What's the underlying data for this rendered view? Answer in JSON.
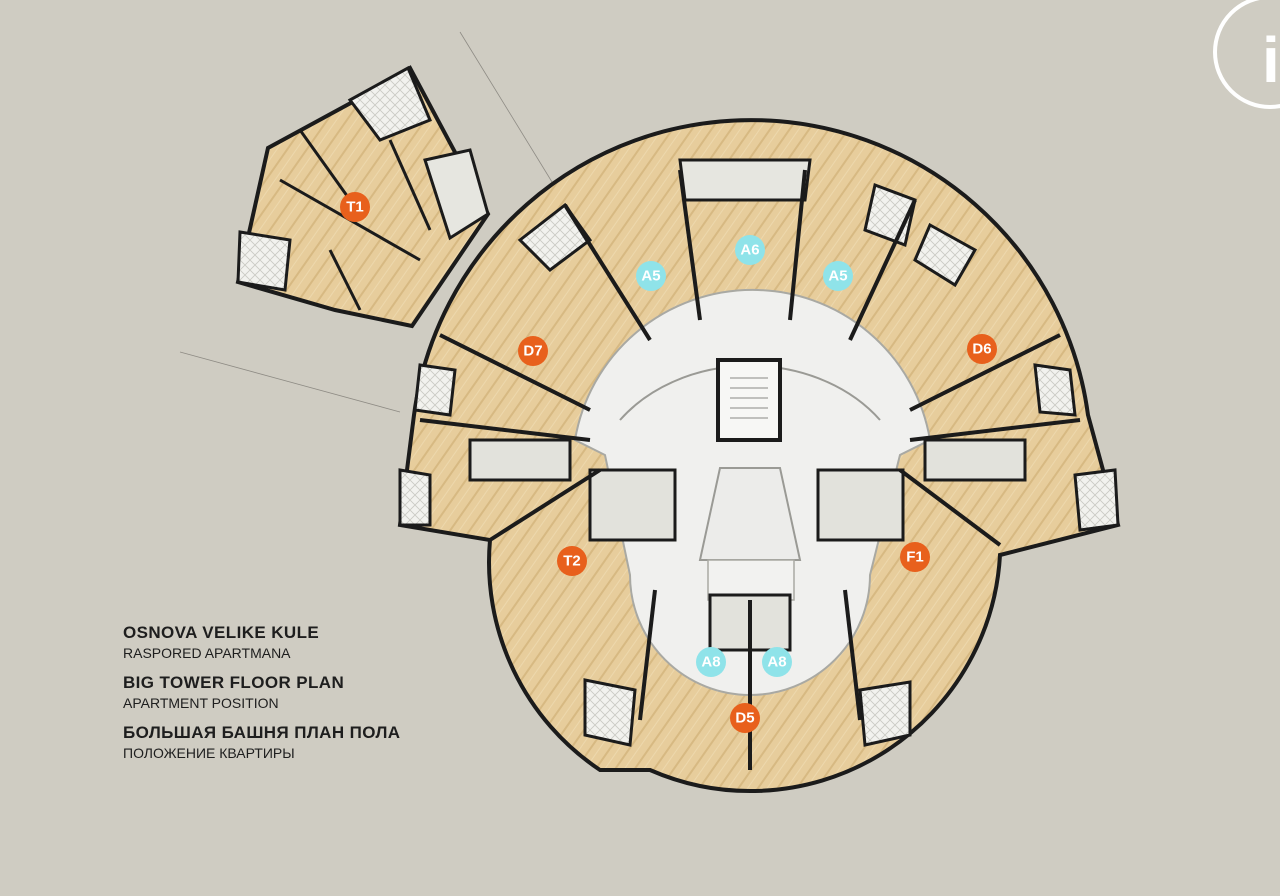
{
  "units": [
    {
      "id": "t1",
      "label": "T1",
      "color": "#e8601c"
    },
    {
      "id": "a5-left",
      "label": "A5",
      "color": "#8fe3e9"
    },
    {
      "id": "a6",
      "label": "A6",
      "color": "#8fe3e9"
    },
    {
      "id": "a5-right",
      "label": "A5",
      "color": "#8fe3e9"
    },
    {
      "id": "d7",
      "label": "D7",
      "color": "#e8601c"
    },
    {
      "id": "d6",
      "label": "D6",
      "color": "#e8601c"
    },
    {
      "id": "t2",
      "label": "T2",
      "color": "#e8601c"
    },
    {
      "id": "f1",
      "label": "F1",
      "color": "#e8601c"
    },
    {
      "id": "a8-left",
      "label": "A8",
      "color": "#8fe3e9"
    },
    {
      "id": "a8-right",
      "label": "A8",
      "color": "#8fe3e9"
    },
    {
      "id": "d5",
      "label": "D5",
      "color": "#e8601c"
    }
  ],
  "legend": {
    "sr_title": "OSNOVA VELIKE KULE",
    "sr_subtitle": "RASPORED APARTMANA",
    "en_title": "BIG TOWER FLOOR PLAN",
    "en_subtitle": "APARTMENT POSITION",
    "ru_title": "БОЛЬШАЯ БАШНЯ ПЛАН ПОЛА",
    "ru_subtitle": "ПОЛОЖЕНИЕ КВАРТИРЫ"
  },
  "logo": {
    "text": "i"
  }
}
